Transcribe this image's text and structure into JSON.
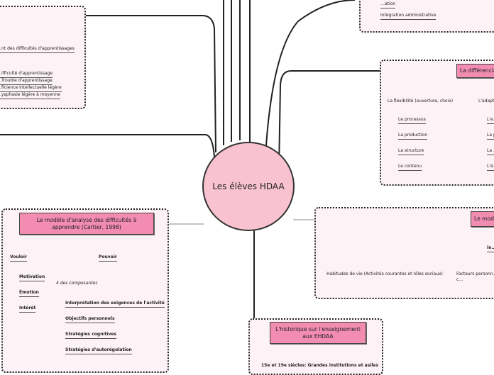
{
  "center": {
    "label": "Les élèves HDAA"
  },
  "tl": {
    "main": "…nt des difficultés d'apprentissages",
    "items": [
      "…ifficulté d'apprentissage",
      "…Trouble d'apprentissage",
      "…ficience intellectuelle légère",
      "…ysphasie légère à moyenne"
    ]
  },
  "tr": {
    "items": [
      "…ation",
      "Intégration administrative"
    ]
  },
  "diff": {
    "title": "La différencia…",
    "flex": "La flexibilité (ouverture, choix)",
    "adapt": "L'adapta…",
    "items": [
      "Le processus",
      "La production",
      "La structure",
      "Le contenu"
    ],
    "right_items": [
      "L'e…",
      "La p…",
      "La …",
      "L'é…"
    ]
  },
  "modele": {
    "title": "Le modèle d'analyse des difficultés à apprendre (Cartier, 1998)",
    "vouloir": "Vouloir",
    "pouvoir": "Pouvoir",
    "vouloir_items": [
      "Motivation",
      "Émotion",
      "Intérêt"
    ],
    "composantes": "4 des composantes",
    "pouvoir_items": [
      "Interprétation des exigences de l'activité",
      "Objectifs personnels",
      "Stratégies cognitives",
      "Stratégies d'autorégulation"
    ]
  },
  "mod_right": {
    "title": "Le mod…",
    "in": "In…",
    "habitudes": "Habitudes de vie (Activités courantes et rôles sociaux)",
    "facteurs": "Facteurs personn… c…"
  },
  "hist": {
    "title": "L'historique sur l'enseignement aux EHDAA",
    "item": "15e et 19e siècles: Grandes institutions et asiles"
  }
}
